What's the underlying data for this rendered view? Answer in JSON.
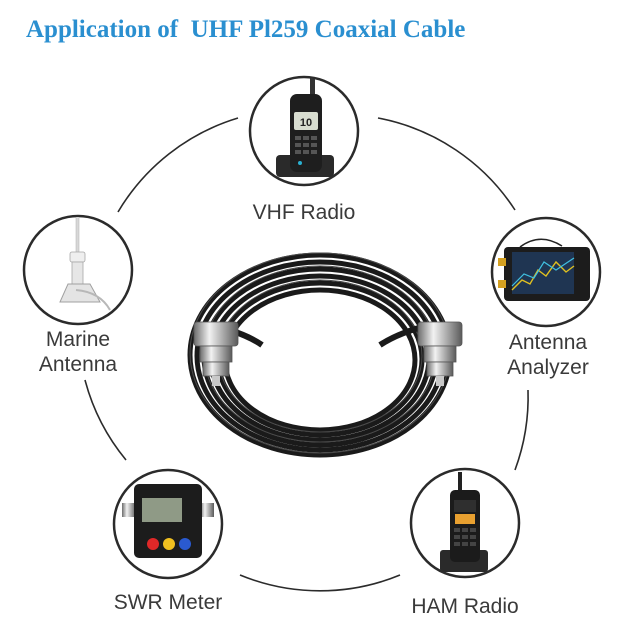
{
  "title": "Application of  UHF Pl259 Coaxial Cable",
  "applications": [
    {
      "label": "VHF Radio",
      "icon": "vhf-handheld-radio-icon"
    },
    {
      "label_line1": "Antenna",
      "label_line2": "Analyzer",
      "icon": "antenna-analyzer-icon"
    },
    {
      "label": "HAM Radio",
      "icon": "ham-handheld-radio-icon"
    },
    {
      "label": "SWR Meter",
      "icon": "swr-meter-icon"
    },
    {
      "label_line1": "Marine",
      "label_line2": "Antenna",
      "icon": "marine-antenna-icon"
    }
  ],
  "center_product": {
    "icon": "coaxial-cable-coil-icon"
  },
  "colors": {
    "title": "#2a8fd0",
    "label": "#3a3a3a",
    "circle_border": "#2b2b2b",
    "cable": "#1a1a1a"
  },
  "screen_text": {
    "radio_display": "10"
  }
}
